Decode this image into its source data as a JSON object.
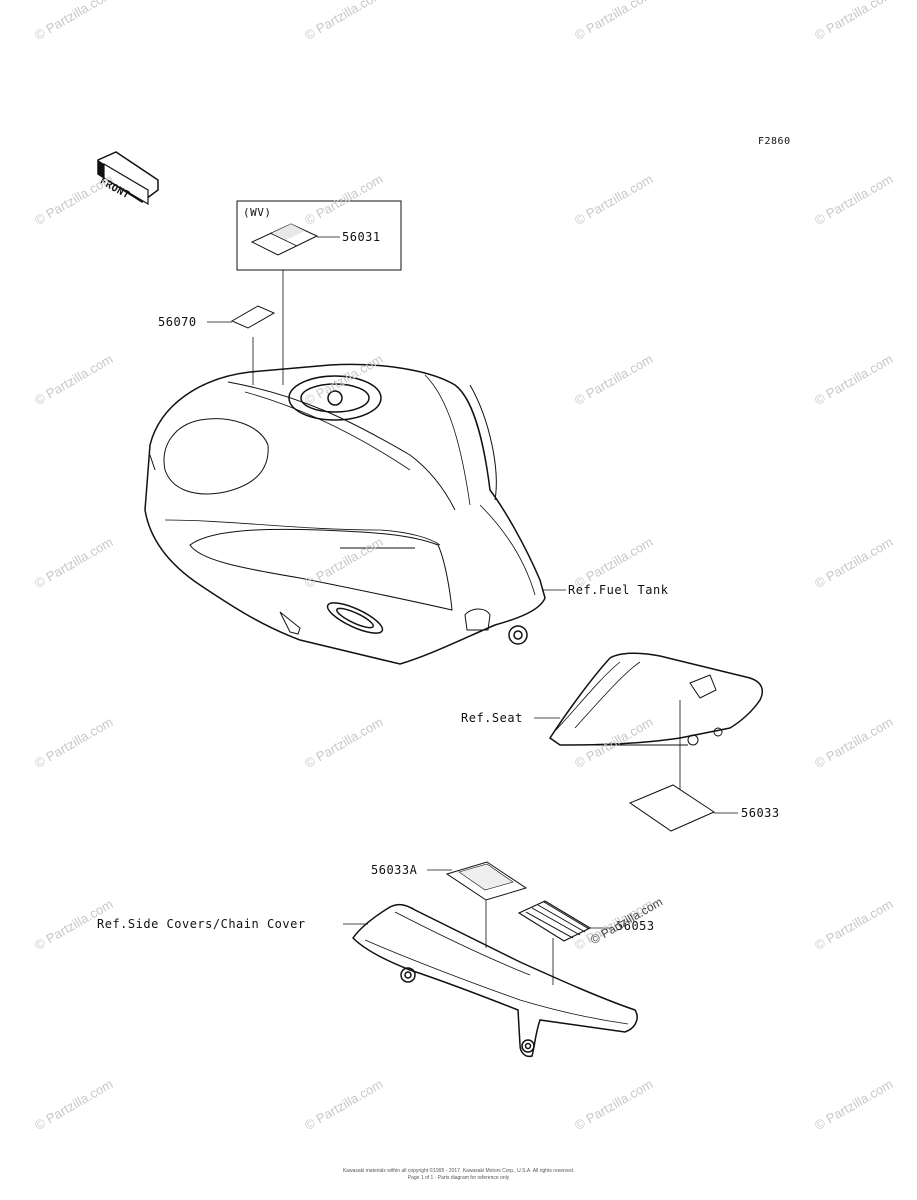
{
  "figure_code": "F2860",
  "front_label": "FRONT",
  "region_label": "(WV)",
  "part_labels": {
    "p56031": "56031",
    "p56070": "56070",
    "p56033": "56033",
    "p56033A": "56033A",
    "p56053": "56053"
  },
  "reference_labels": {
    "fuel_tank": "Ref.Fuel Tank",
    "seat": "Ref.Seat",
    "side_covers": "Ref.Side Covers/Chain Cover"
  },
  "watermark_text": "© Partzilla.com",
  "footer": {
    "line1": "Kawasaki materials within all copyright ©1995 - 2017. Kawasaki Motors Corp., U.S.A. All rights reserved.",
    "line2": "Page 1 of 1 · Parts diagram for reference only"
  }
}
